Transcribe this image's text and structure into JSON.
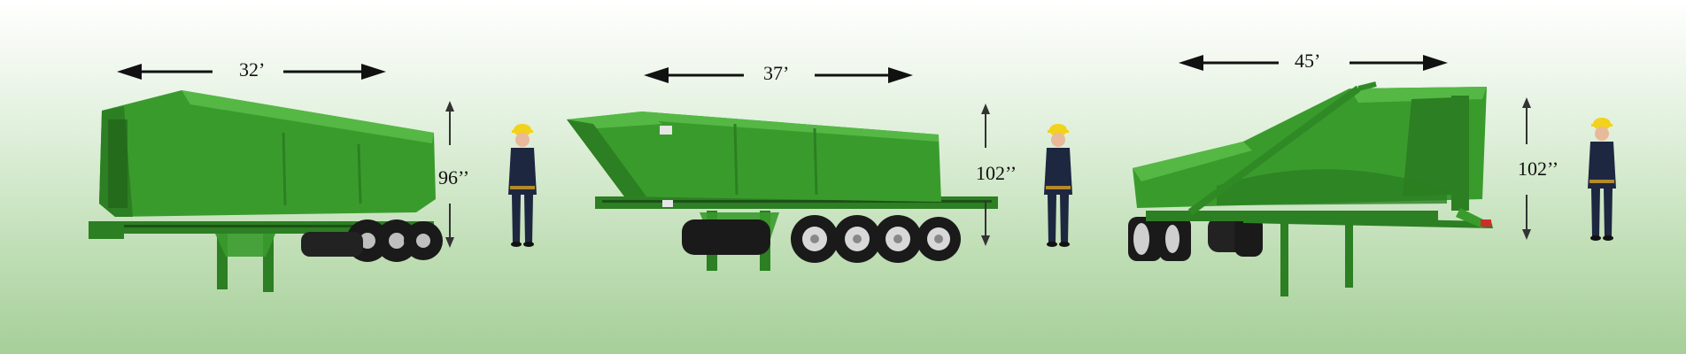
{
  "trailers": [
    {
      "length_label": "32’",
      "height_label": "96’’",
      "body_color": "#3a9b2d",
      "shade_color": "#2c7f22",
      "light_color": "#55b845"
    },
    {
      "length_label": "37’",
      "height_label": "102’’",
      "body_color": "#3a9b2d",
      "shade_color": "#2c7f22",
      "light_color": "#55b845"
    },
    {
      "length_label": "45’",
      "height_label": "102’’",
      "body_color": "#3a9b2d",
      "shade_color": "#2c7f22",
      "light_color": "#55b845"
    }
  ],
  "icons": {
    "person": "worker-with-hard-hat-icon",
    "length_arrow": "double-arrow-horizontal-icon",
    "height_arrow": "double-arrow-vertical-icon"
  },
  "colors": {
    "hard_hat": "#f2d21a",
    "coverall": "#1d2740"
  }
}
